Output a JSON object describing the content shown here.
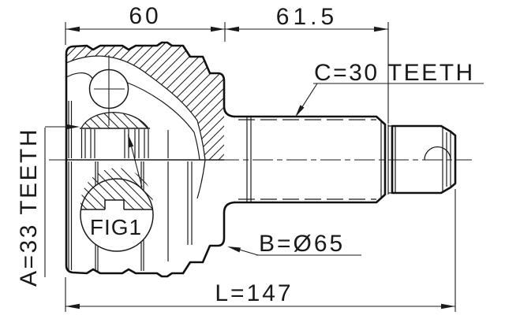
{
  "drawing": {
    "type": "technical-drawing",
    "subject": "cv-joint-outer",
    "background_color": "#ffffff",
    "line_color": "#1a1a1a",
    "dimensions": {
      "top_left_width": "60",
      "top_right_width": "61.5",
      "overall_length": "L=147"
    },
    "labels": {
      "outer_spline_teeth": "C=30 TEETH",
      "inner_spline_teeth": "A=33 TEETH",
      "outer_diameter": "B=Ø65",
      "detail_reference": "FIG1"
    }
  }
}
